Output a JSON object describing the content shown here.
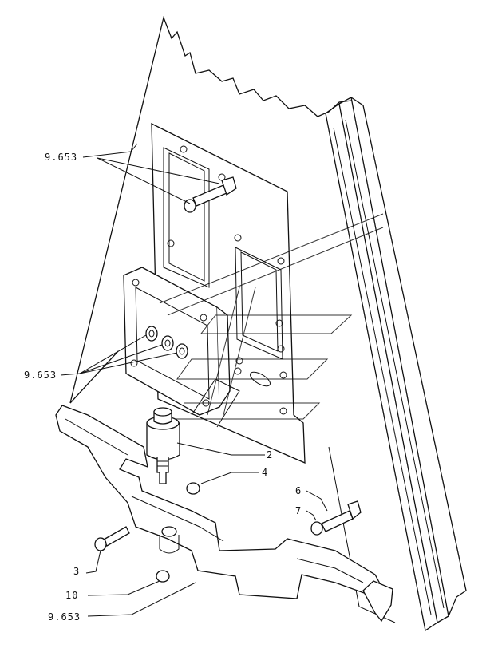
{
  "callouts": [
    {
      "id": "ref-top",
      "text": "9.653"
    },
    {
      "id": "ref-mid",
      "text": "9.653"
    },
    {
      "id": "ref-bottom",
      "text": "9.653"
    },
    {
      "id": "part-2",
      "text": "2"
    },
    {
      "id": "part-3",
      "text": "3"
    },
    {
      "id": "part-4",
      "text": "4"
    },
    {
      "id": "part-6",
      "text": "6"
    },
    {
      "id": "part-7",
      "text": "7"
    },
    {
      "id": "part-10",
      "text": "10"
    }
  ]
}
